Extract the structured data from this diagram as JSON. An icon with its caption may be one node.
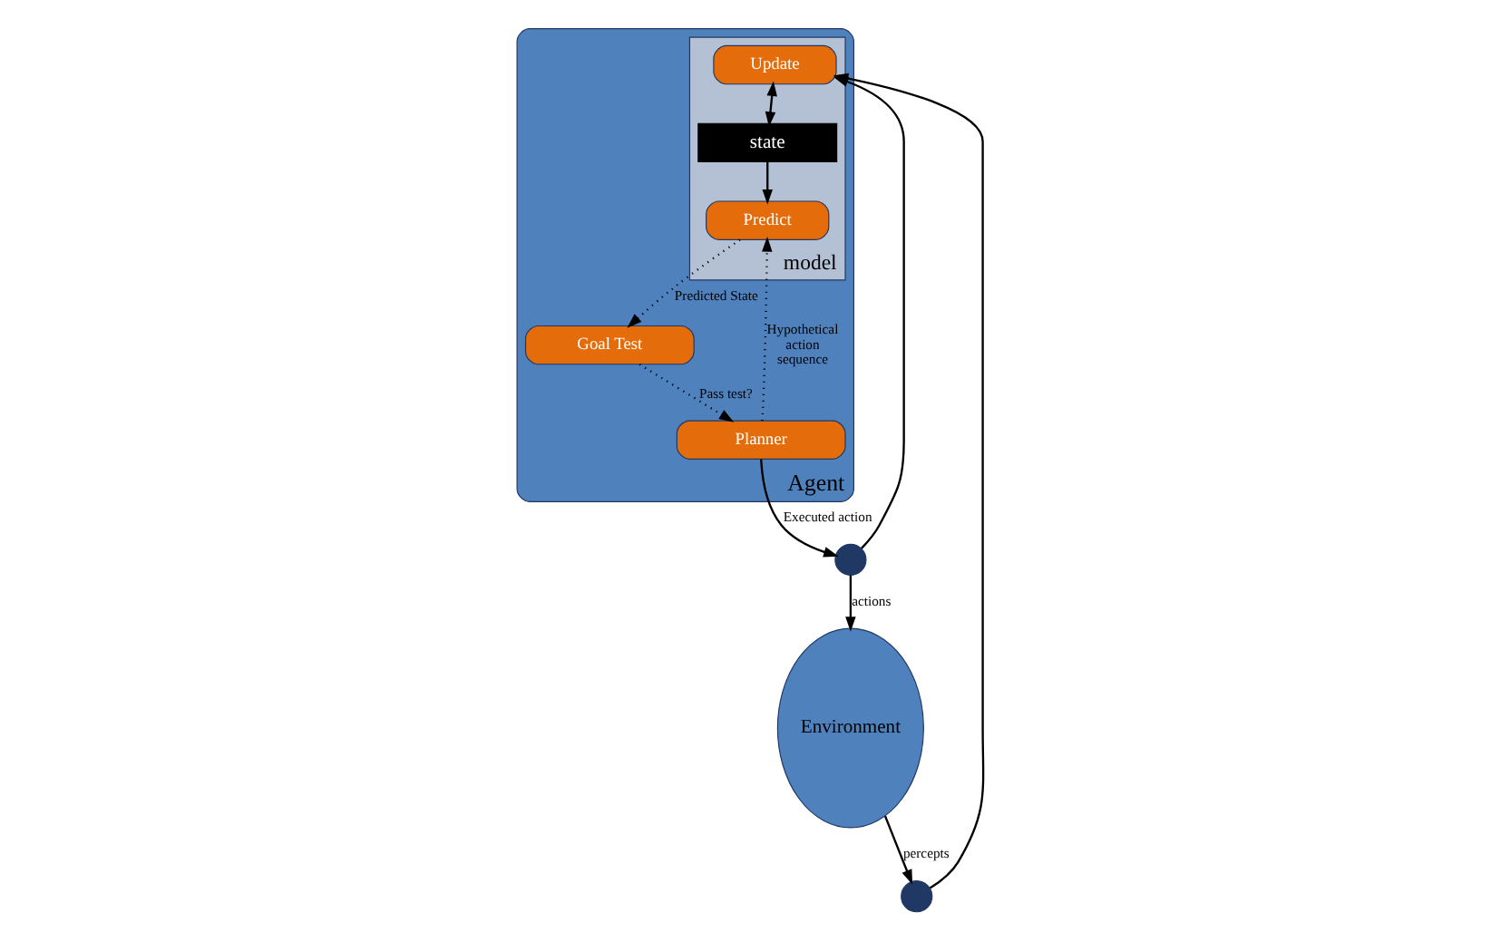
{
  "diagram": {
    "nodes": [
      {
        "text": [
          "Agent"
        ]
      },
      {
        "text": [
          "model"
        ],
        "in": 0
      },
      {
        "text": [
          "Update"
        ],
        "in": 1
      },
      {
        "text": [
          "Predict"
        ],
        "in": 1
      },
      {
        "text": [
          "state"
        ],
        "in": 1
      },
      {
        "text": [
          "Goal Test"
        ],
        "in": 0
      },
      {
        "text": [
          "Planner"
        ],
        "in": 0
      },
      {
        "text": [
          "Environment"
        ]
      },
      {
        "text": [],
        "shape": "circle"
      },
      {
        "text": [],
        "shape": "circle"
      }
    ],
    "edges": [
      {
        "from": 7,
        "to": 8,
        "arrow": "to",
        "label": "percepts"
      },
      {
        "from": 8,
        "to": 2,
        "arrow": "to"
      },
      {
        "from": 2,
        "to": 4,
        "arrow": "both"
      },
      {
        "from": 4,
        "to": 3,
        "arrow": "to"
      },
      {
        "from": 3,
        "to": 5,
        "arrow": "to",
        "label": "Predicted State",
        "style": "dashed"
      },
      {
        "from": 5,
        "to": 6,
        "arrow": "to",
        "label": "Pass test?",
        "style": "dashed"
      },
      {
        "from": 6,
        "to": 3,
        "arrow": "to",
        "label": "Hypothetical action sequence",
        "style": "dashed"
      },
      {
        "from": 6,
        "to": 9,
        "arrow": "to",
        "label": "Executed action"
      },
      {
        "from": 9,
        "to": 2,
        "arrow": "to"
      },
      {
        "from": 9,
        "to": 7,
        "arrow": "to",
        "label": "actions"
      }
    ]
  }
}
